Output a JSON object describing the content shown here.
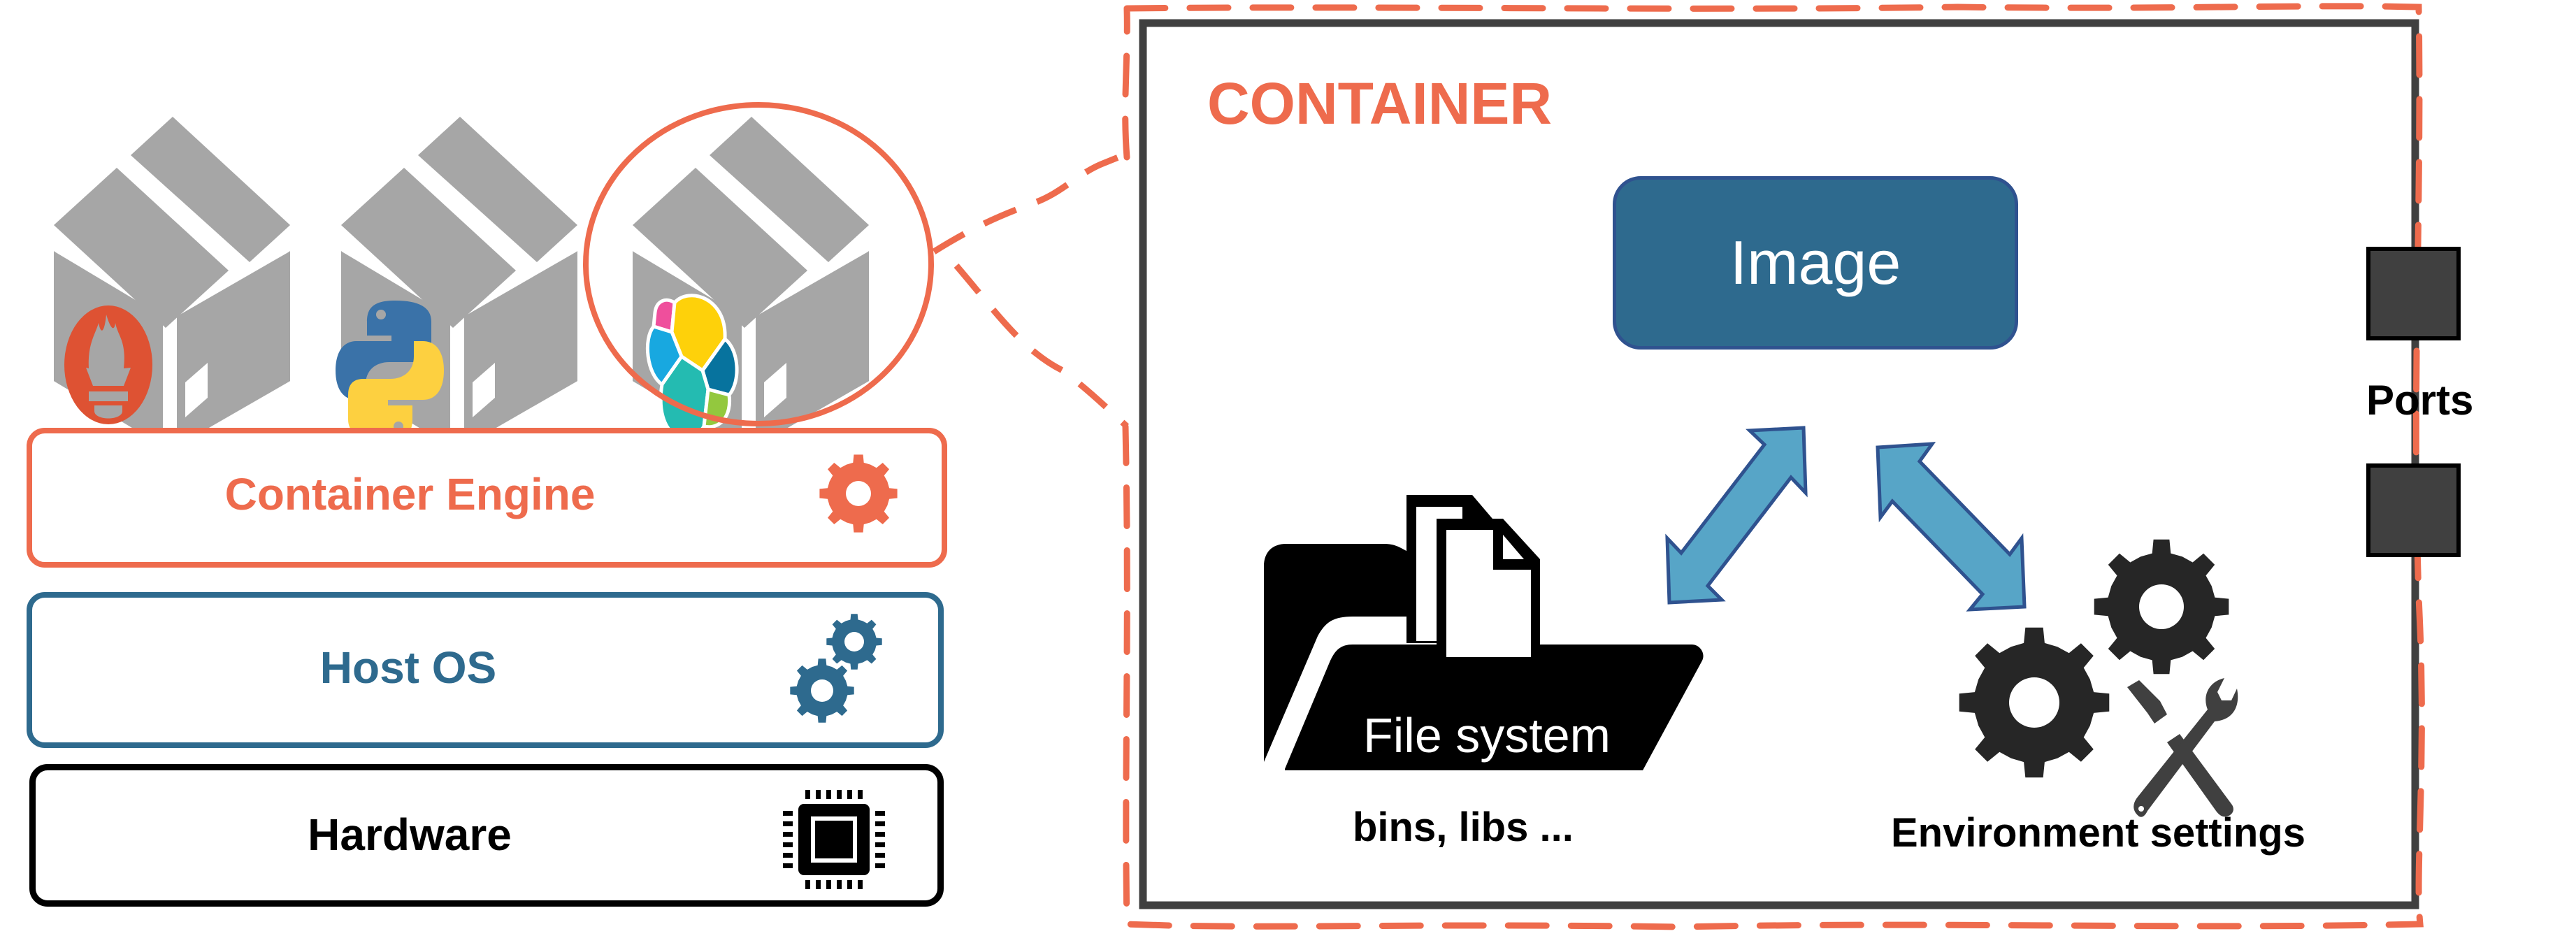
{
  "colors": {
    "accent_orange": "#ee6b4d",
    "host_blue": "#2e6a8e",
    "hardware_black": "#000000",
    "image_fill": "#2e6a8e",
    "arrow_fill": "#57a5c7",
    "arrow_stroke": "#2f528f",
    "box_gray": "#a6a6a6",
    "container_border": "#404040",
    "port_fill": "#404040",
    "gear_dark": "#262626",
    "tool_gray": "#404040"
  },
  "left_stack": {
    "app_boxes": [
      {
        "name": "prometheus",
        "logo": "prometheus-torch-icon"
      },
      {
        "name": "python",
        "logo": "python-logo-icon"
      },
      {
        "name": "elastic",
        "logo": "elastic-logo-icon",
        "highlighted": true
      }
    ],
    "layers": [
      {
        "label": "Container Engine",
        "icon": "gear-icon"
      },
      {
        "label": "Host OS",
        "icon": "gears-icon"
      },
      {
        "label": "Hardware",
        "icon": "cpu-chip-icon"
      }
    ]
  },
  "container": {
    "title": "CONTAINER",
    "image_label": "Image",
    "file_system": {
      "label": "File system",
      "caption": "bins, libs ..."
    },
    "environment": {
      "caption": "Environment settings"
    },
    "ports_label": "Ports"
  }
}
